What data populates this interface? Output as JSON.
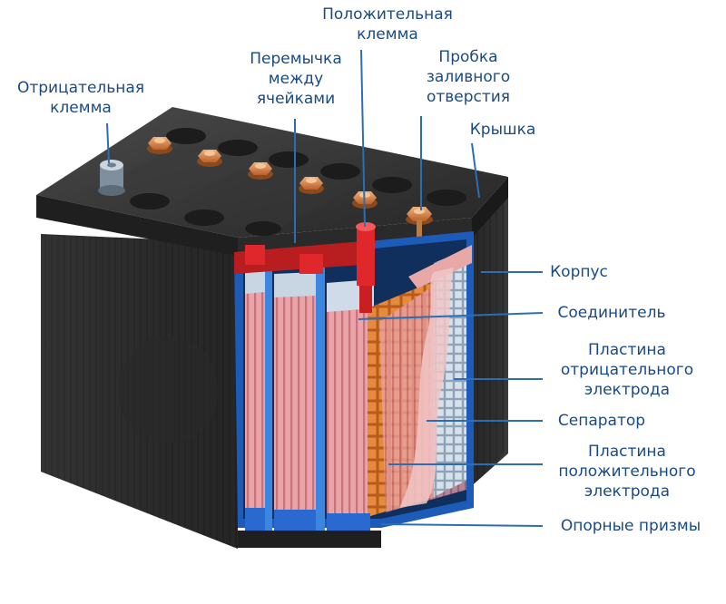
{
  "labels": {
    "negative_terminal": [
      "Отрицательная",
      "клемма"
    ],
    "positive_terminal": [
      "Положительная",
      "клемма"
    ],
    "cell_connector": [
      "Перемычка",
      "между",
      "ячейками"
    ],
    "filler_plug": [
      "Пробка",
      "заливного",
      "отверстия"
    ],
    "cover": "Крышка",
    "case": "Корпус",
    "connector": "Соединитель",
    "negative_plate": [
      "Пластина",
      "отрицательного",
      "электрода"
    ],
    "separator": "Сепаратор",
    "positive_plate": [
      "Пластина",
      "положительного",
      "электрода"
    ],
    "support_prisms": "Опорные призмы"
  },
  "colors": {
    "label_text": "#1a4a86",
    "leader_line": "#2e6db4",
    "case_dark": "#2b2b2b",
    "case_blue": "#1f63c4",
    "terminal_red": "#e0282c",
    "copper": "#d9894c",
    "plate_pink": "#e9a0a6",
    "grid_orange": "#d7782c",
    "grid_grey": "#b7c6d6"
  },
  "icons": {
    "negative_terminal": "grey-post",
    "positive_terminal": "red-post",
    "filler_plugs": "copper-hex-cap"
  }
}
